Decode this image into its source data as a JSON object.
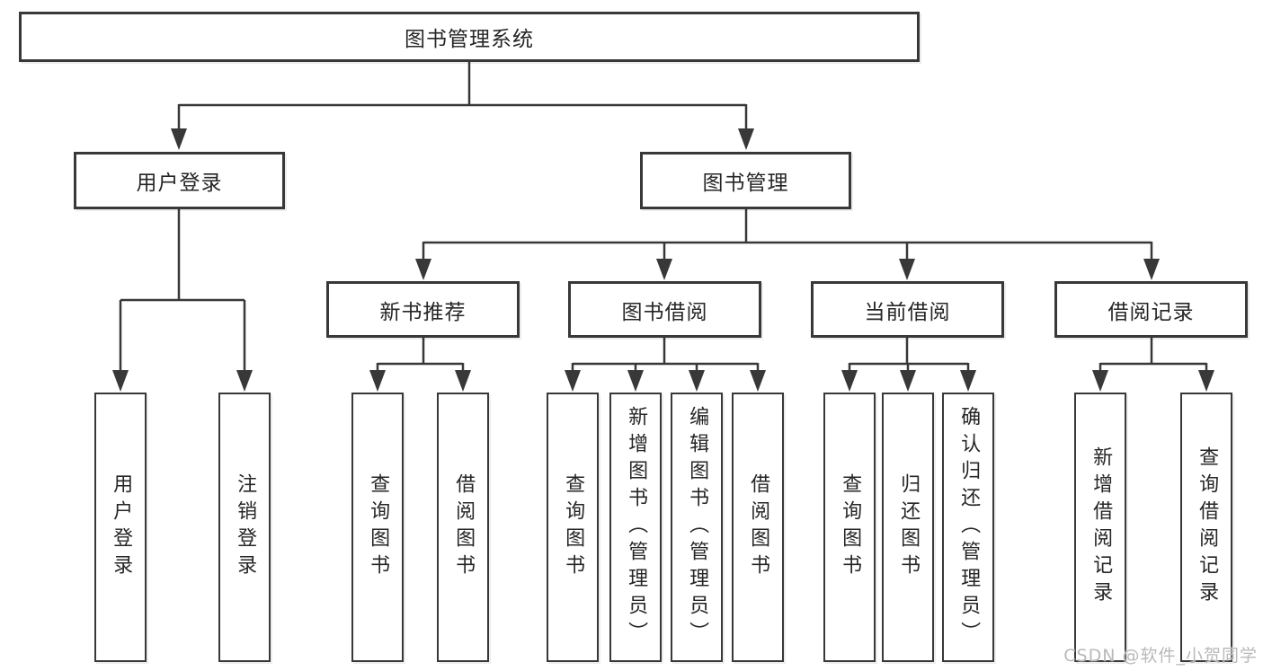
{
  "colors": {
    "background": "#ffffff",
    "line": "#383838",
    "box_border": "#383838",
    "text": "#262626",
    "watermark": "#b9b9b9"
  },
  "watermark": {
    "text": "CSDN @软件_小贺同学"
  },
  "diagram": {
    "root": {
      "label": "图书管理系统"
    },
    "branches": [
      {
        "label": "用户登录",
        "children": [
          {
            "label": "用户登录"
          },
          {
            "label": "注销登录"
          }
        ]
      },
      {
        "label": "图书管理",
        "groups": [
          {
            "label": "新书推荐",
            "children": [
              {
                "label": "查询图书"
              },
              {
                "label": "借阅图书"
              }
            ]
          },
          {
            "label": "图书借阅",
            "children": [
              {
                "label": "查询图书"
              },
              {
                "label": "新增图书（管理员）"
              },
              {
                "label": "编辑图书（管理员）"
              },
              {
                "label": "借阅图书"
              }
            ]
          },
          {
            "label": "当前借阅",
            "children": [
              {
                "label": "查询图书"
              },
              {
                "label": "归还图书"
              },
              {
                "label": "确认归还（管理员）"
              }
            ]
          },
          {
            "label": "借阅记录",
            "children": [
              {
                "label": "新增借阅记录"
              },
              {
                "label": "查询借阅记录"
              }
            ]
          }
        ]
      }
    ]
  }
}
